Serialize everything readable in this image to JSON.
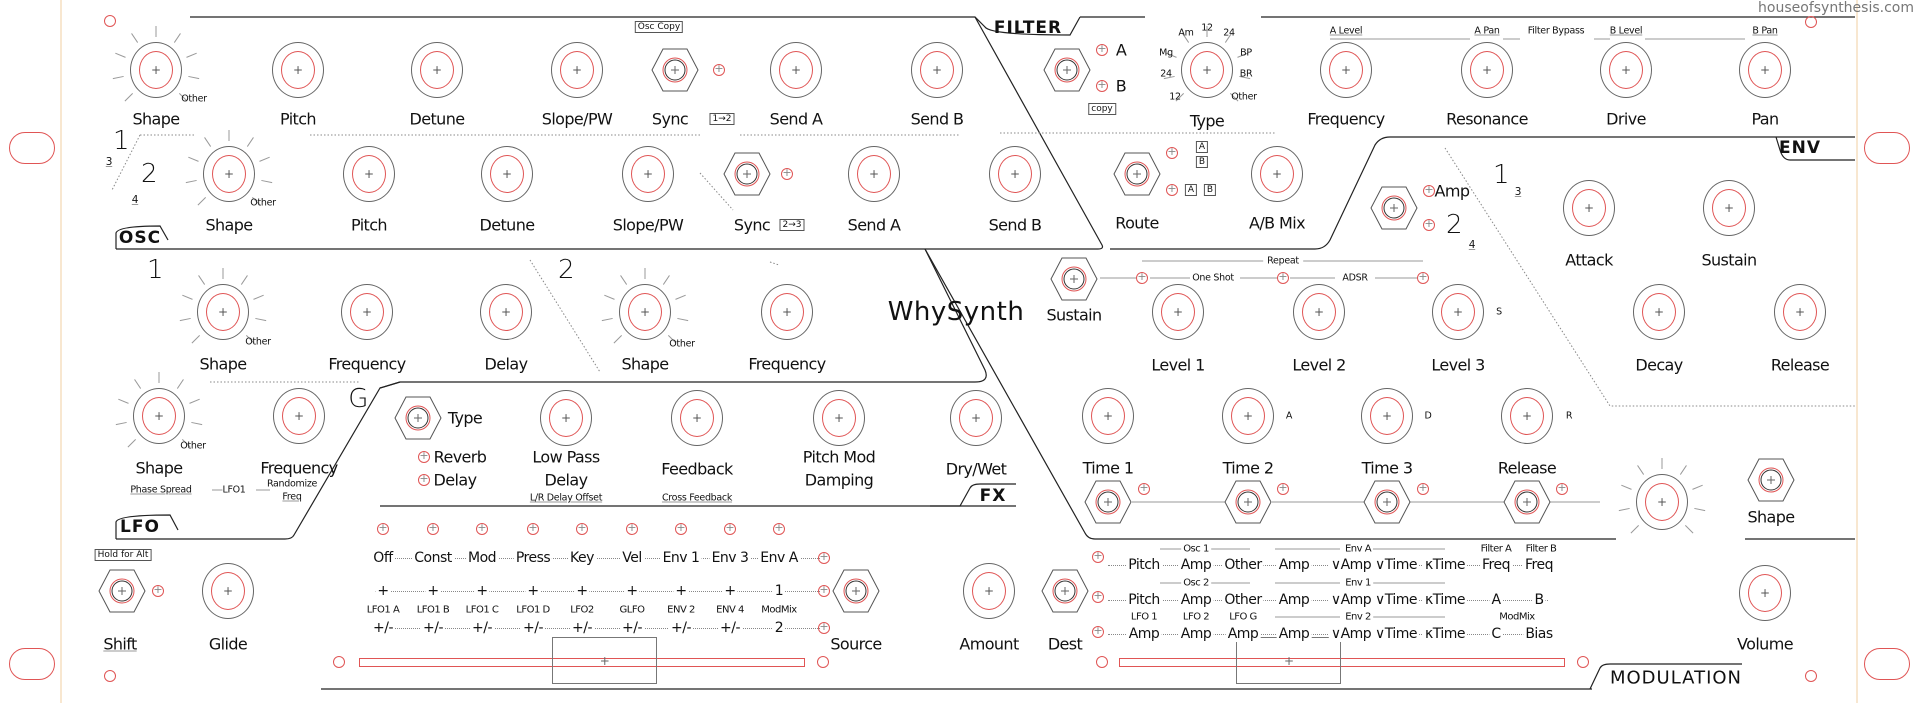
{
  "brand": {
    "watermark": "houseofsynthesis.com",
    "logo": "WhySynth"
  },
  "osc": {
    "tab": "OSC",
    "osc_copy": "Osc Copy",
    "sync_1_2": "1→2",
    "sync_2_3": "2→3",
    "numbers": {
      "one": "1",
      "two": "2",
      "three": "3",
      "four": "4"
    },
    "shape_other": "Other",
    "row1": {
      "shape": "Shape",
      "pitch": "Pitch",
      "detune": "Detune",
      "slope": "Slope/PW",
      "sync": "Sync",
      "send_a": "Send A",
      "send_b": "Send B"
    },
    "row2": {
      "shape": "Shape",
      "pitch": "Pitch",
      "detune": "Detune",
      "slope": "Slope/PW",
      "sync": "Sync",
      "send_a": "Send A",
      "send_b": "Send B"
    }
  },
  "filter": {
    "tab": "FILTER",
    "a": "A",
    "b": "B",
    "copy": "copy",
    "type": "Type",
    "type_options": {
      "am": "Am",
      "n12a": "12",
      "n24a": "24",
      "mg": "Mg",
      "n24b": "24",
      "n12b": "12",
      "bp": "BP",
      "br": "BR",
      "other": "Other"
    },
    "frequency": "Frequency",
    "resonance": "Resonance",
    "drive": "Drive",
    "pan": "Pan",
    "alt": {
      "a_level": "A Level",
      "a_pan": "A Pan",
      "bypass": "Filter Bypass",
      "b_level": "B Level",
      "b_pan": "B Pan"
    },
    "route": "Route",
    "route_a": "A",
    "route_b": "B",
    "route_series_a": "A",
    "route_series_b": "B",
    "ab_mix": "A/B Mix"
  },
  "env": {
    "tab": "ENV",
    "amp": "Amp",
    "two": "2",
    "one": "1",
    "three": "3",
    "four": "4",
    "attack": "Attack",
    "sustain": "Sustain",
    "decay": "Decay",
    "release": "Release",
    "sustain_mode": "Sustain",
    "one_shot": "One Shot",
    "adsr": "ADSR",
    "repeat": "Repeat",
    "level1": "Level 1",
    "level2": "Level 2",
    "level3": "Level 3",
    "s": "S",
    "time1": "Time 1",
    "time2": "Time 2",
    "time3": "Time 3",
    "release2": "Release",
    "a": "A",
    "d": "D",
    "r": "R",
    "shape": "Shape"
  },
  "lfo": {
    "tab": "LFO",
    "one": "1",
    "two": "2",
    "g": "G",
    "other": "Other",
    "row1": {
      "shape": "Shape",
      "frequency": "Frequency",
      "delay": "Delay"
    },
    "row2": {
      "shape": "Shape",
      "frequency": "Frequency"
    },
    "rowg": {
      "shape": "Shape",
      "frequency": "Frequency"
    },
    "alt": {
      "phase_spread": "Phase Spread",
      "lfo1": "LFO1",
      "randomize": "Randomize",
      "freq": "Freq"
    }
  },
  "fx": {
    "tab": "FX",
    "type": "Type",
    "reverb": "Reverb",
    "delay": "Delay",
    "low_pass": "Low Pass",
    "delay2": "Delay",
    "lr_offset": "L/R Delay Offset",
    "feedback": "Feedback",
    "cross_feedback": "Cross Feedback",
    "pitch_mod": "Pitch Mod",
    "damping": "Damping",
    "dry_wet": "Dry/Wet"
  },
  "global": {
    "hold_alt": "Hold for Alt",
    "shift": "Shift",
    "glide": "Glide",
    "volume": "Volume"
  },
  "modulation": {
    "tab": "MODULATION",
    "source": "Source",
    "amount": "Amount",
    "dest": "Dest",
    "source_rows": [
      [
        "Off",
        "Const",
        "Mod",
        "Press",
        "Key",
        "Vel",
        "Env 1",
        "Env 3",
        "Env A"
      ],
      [
        "+",
        "+",
        "+",
        "+",
        "+",
        "+",
        "+",
        "+",
        "1"
      ],
      [
        "LFO1 A",
        "LFO1 B",
        "LFO1 C",
        "LFO1 D",
        "LFO2",
        "GLFO",
        "ENV 2",
        "ENV 4",
        "ModMix"
      ],
      [
        "+/-",
        "+/-",
        "+/-",
        "+/-",
        "+/-",
        "+/-",
        "+/-",
        "+/-",
        "2"
      ]
    ],
    "dest_headers": [
      {
        "osc": "Osc 1",
        "env": "Env A",
        "f1": "Filter A",
        "f2": "Filter B"
      },
      {
        "osc": "Osc 2",
        "env": "Env 1"
      },
      {
        "l1": "LFO 1",
        "l2": "LFO 2",
        "lg": "LFO G",
        "env": "Env 2",
        "mm": "ModMix"
      }
    ],
    "dest_rows": [
      [
        "Pitch",
        "Amp",
        "Other",
        "Amp",
        "∨Amp",
        "∨Time",
        "κTime",
        "Freq",
        "Freq"
      ],
      [
        "Pitch",
        "Amp",
        "Other",
        "Amp",
        "∨Amp",
        "∨Time",
        "κTime",
        "A",
        "B"
      ],
      [
        "Amp",
        "Amp",
        "Amp",
        "Amp",
        "∨Amp",
        "∨Time",
        "κTime",
        "C",
        "Bias"
      ]
    ],
    "source_slider_value": 0.55,
    "dest_slider_value": 0.38
  }
}
